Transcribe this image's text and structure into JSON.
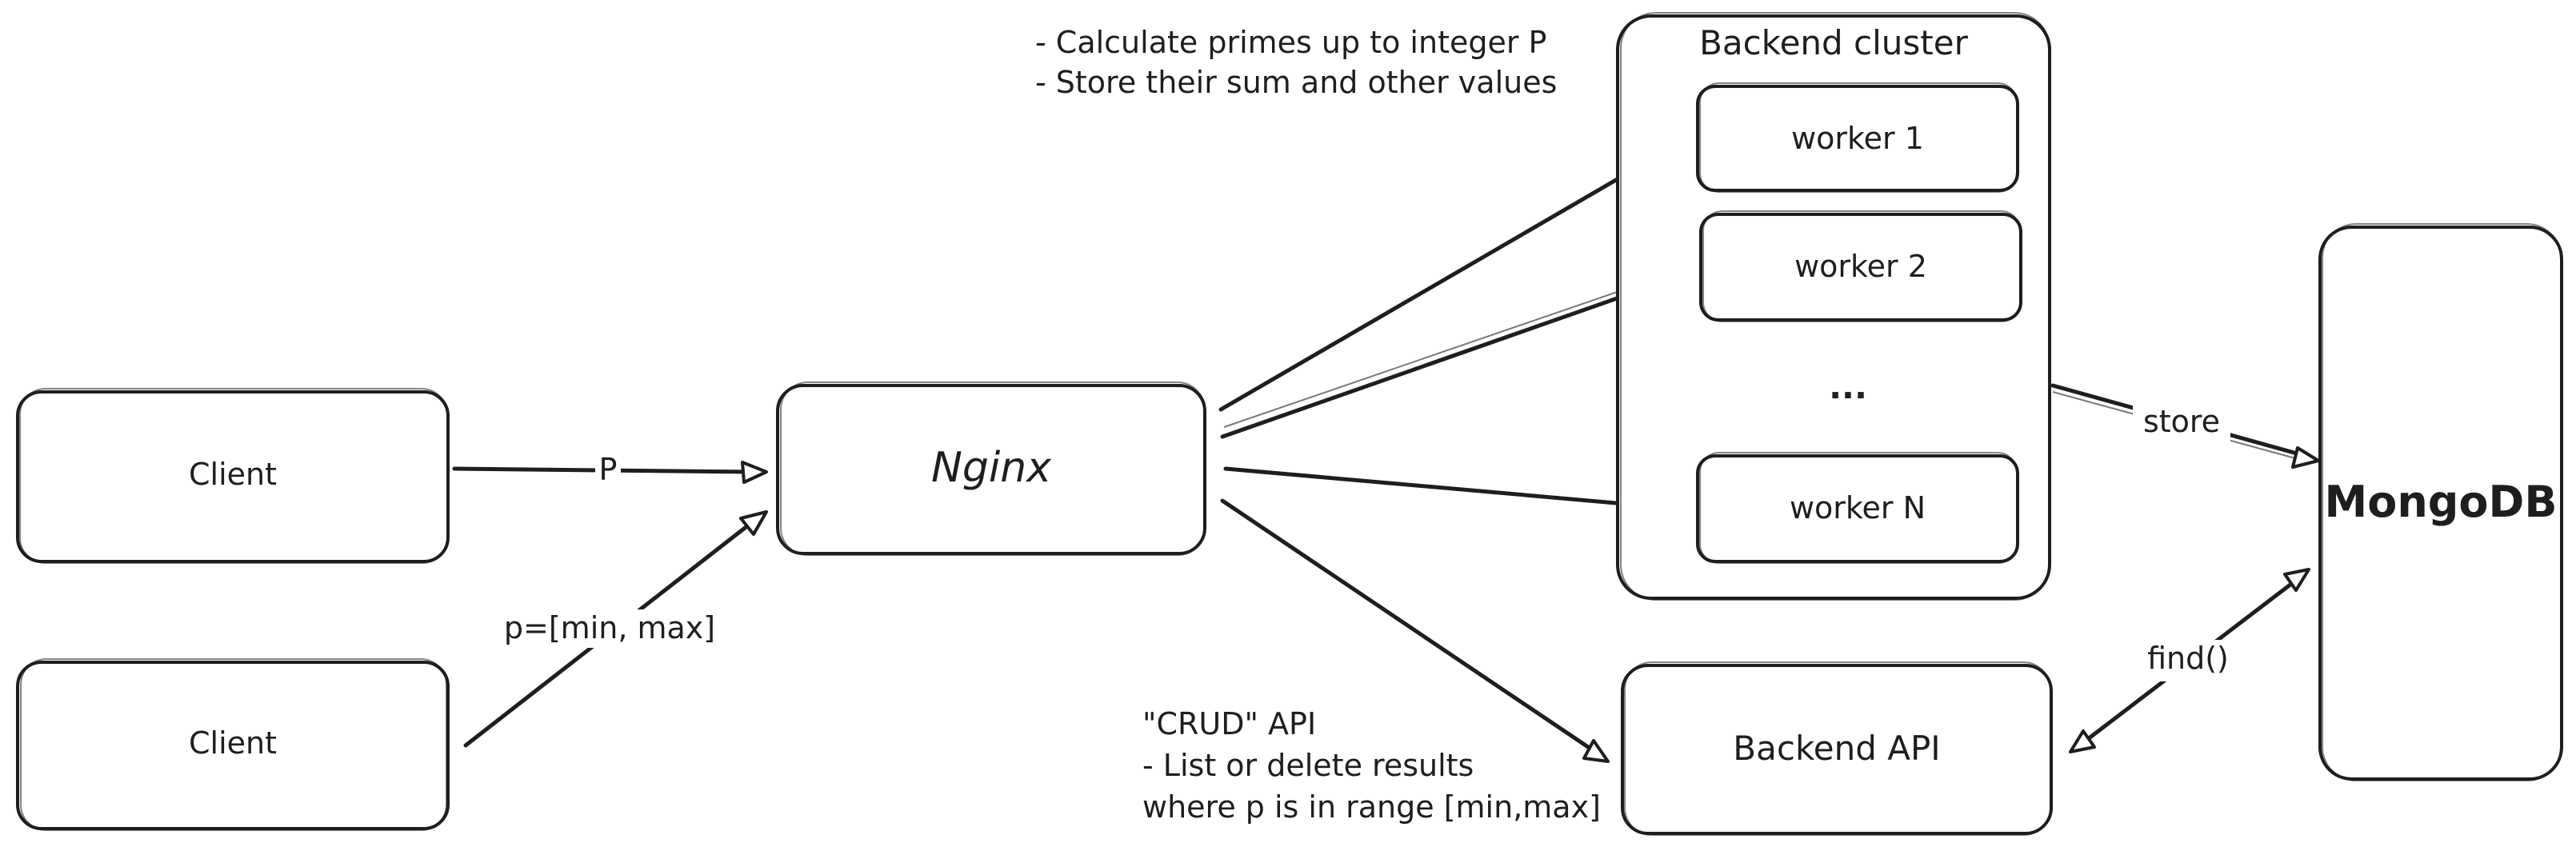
{
  "nodes": {
    "client_top": "Client",
    "client_bottom": "Client",
    "nginx": "Nginx",
    "cluster_title": "Backend cluster",
    "worker1": "worker 1",
    "worker2": "worker 2",
    "ellipsis": "...",
    "workerN": "worker N",
    "backend_api": "Backend API",
    "mongodb": "MongoDB"
  },
  "edges": {
    "client_to_nginx": "P",
    "range_to_nginx": "p=[min, max]",
    "cluster_to_mongo": "store",
    "api_to_mongo": "find()"
  },
  "notes": {
    "primes": [
      "- Calculate primes up to integer P",
      "- Store their sum and other values"
    ],
    "crud": [
      "\"CRUD\" API",
      "- List or delete results",
      "where p is in range [min,max]"
    ]
  },
  "colors": {
    "stroke": "#1e1e1e",
    "background": "#ffffff"
  }
}
